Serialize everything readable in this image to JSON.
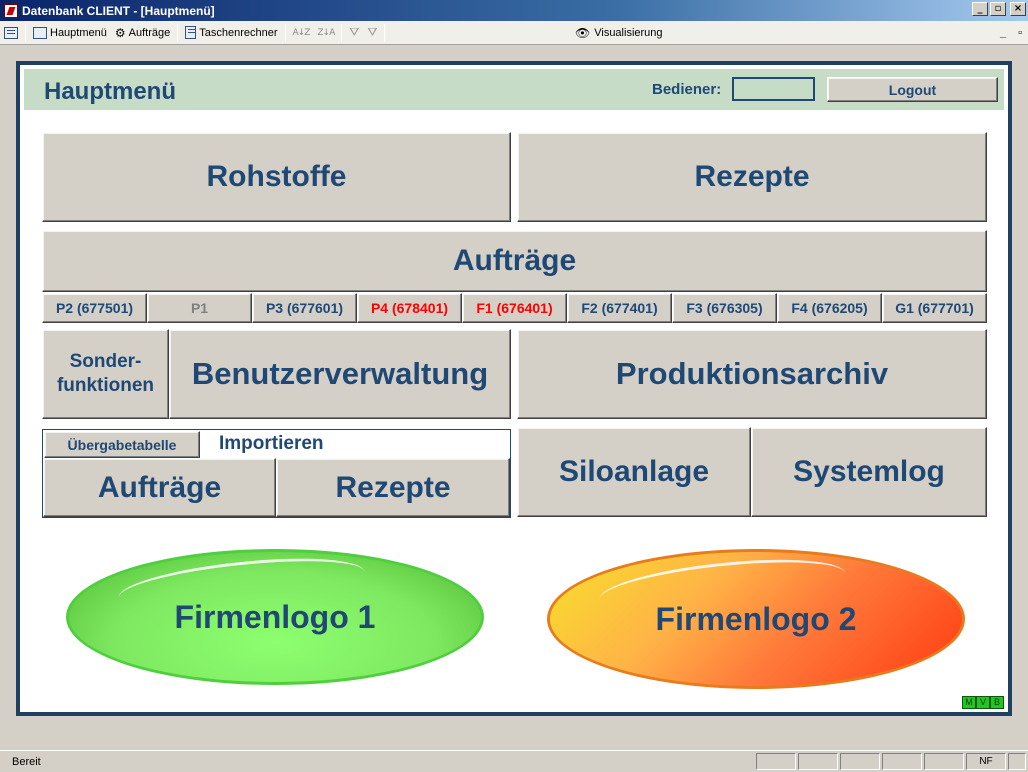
{
  "window": {
    "title": "Datenbank CLIENT - [Hauptmenü]"
  },
  "toolbar": {
    "hauptmenue": "Hauptmenü",
    "auftraege": "Aufträge",
    "taschenrechner": "Taschenrechner",
    "visualisierung": "Visualisierung"
  },
  "header": {
    "title": "Hauptmenü",
    "bediener_label": "Bediener:",
    "bediener_value": "",
    "logout_label": "Logout"
  },
  "buttons": {
    "rohstoffe": "Rohstoffe",
    "rezepte": "Rezepte",
    "auftraege": "Aufträge",
    "sonderfunktionen": "Sonder-\nfunktionen",
    "benutzerverwaltung": "Benutzerverwaltung",
    "produktionsarchiv": "Produktionsarchiv",
    "siloanlage": "Siloanlage",
    "systemlog": "Systemlog"
  },
  "orders": [
    {
      "label": "P2 (677501)",
      "state": "normal"
    },
    {
      "label": "P1",
      "state": "inactive"
    },
    {
      "label": "P3 (677601)",
      "state": "normal"
    },
    {
      "label": "P4 (678401)",
      "state": "alert"
    },
    {
      "label": "F1 (676401)",
      "state": "alert"
    },
    {
      "label": "F2 (677401)",
      "state": "normal"
    },
    {
      "label": "F3 (676305)",
      "state": "normal"
    },
    {
      "label": "F4 (676205)",
      "state": "normal"
    },
    {
      "label": "G1 (677701)",
      "state": "normal"
    }
  ],
  "import": {
    "tab_label": "Übergabetabelle",
    "title": "Importieren",
    "auftraege": "Aufträge",
    "rezepte": "Rezepte"
  },
  "logos": {
    "logo1": "Firmenlogo 1",
    "logo2": "Firmenlogo 2"
  },
  "indicators": [
    "M",
    "V",
    "B"
  ],
  "statusbar": {
    "text": "Bereit",
    "mode": "NF"
  },
  "colors": {
    "accent": "#1f4874",
    "header_bg": "#c6dcc6",
    "alert": "#ff0000"
  }
}
